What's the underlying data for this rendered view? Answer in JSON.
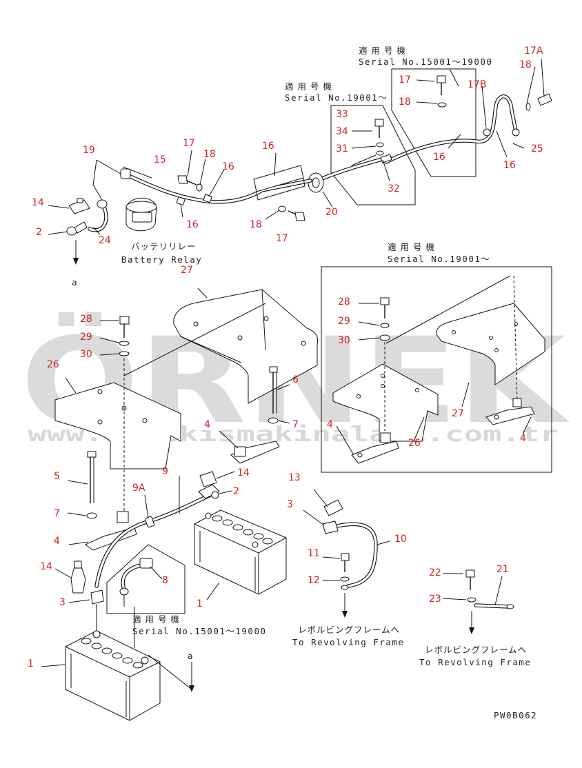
{
  "diagram_id": "PW0B062",
  "watermark": {
    "text": "ÖRNEK",
    "url": "www.ornekismakinalari.com.tr"
  },
  "serial_notes": {
    "top_right": {
      "jp": "適 用 号 機",
      "serial": "Serial No.15001〜19000"
    },
    "top_mid": {
      "jp": "適 用 号 機",
      "serial": "Serial No.19001〜"
    },
    "inset_right": {
      "jp": "適 用 号 機",
      "serial": "Serial No.19001〜"
    },
    "bottom_left": {
      "jp": "適 用 号 機",
      "serial": "Serial No.15001〜19000"
    }
  },
  "labels": {
    "battery_relay_jp": "バッテリリレー",
    "battery_relay_en": "Battery Relay",
    "revolving_jp_1": "レボルビングフレームへ",
    "revolving_en_1": "To Revolving Frame",
    "revolving_jp_2": "レボルビングフレームへ",
    "revolving_en_2": "To Revolving Frame",
    "arrow_ref_top": "a",
    "arrow_ref_bottom": "a"
  },
  "parts": {
    "p17A": "17A",
    "p18_tr": "18",
    "p17_tr": "17",
    "p18_tr2": "18",
    "p17B": "17B",
    "p16_tr1": "16",
    "p16_tr2": "16",
    "p25": "25",
    "p33": "33",
    "p34": "34",
    "p31": "31",
    "p32": "32",
    "p20": "20",
    "p19": "19",
    "p15": "15",
    "p17_top": "17",
    "p18_top": "18",
    "p16_a": "16",
    "p16_b": "16",
    "p16_c": "16",
    "p14_top": "14",
    "p2_top": "2",
    "p24": "24",
    "p18_mid": "18",
    "p17_mid": "17",
    "p27": "27",
    "p28": "28",
    "p29": "29",
    "p30": "30",
    "p26": "26",
    "p6": "6",
    "p7_mid": "7",
    "p4_mid": "4",
    "p28_in": "28",
    "p29_in": "29",
    "p30_in": "30",
    "p4_in1": "4",
    "p27_in": "27",
    "p26_in": "26",
    "p4_in2": "4",
    "p5": "5",
    "p9": "9",
    "p9A": "9A",
    "p14_mid": "14",
    "p2_mid": "2",
    "p7_low": "7",
    "p4_low": "4",
    "p13": "13",
    "p3_mid": "3",
    "p10": "10",
    "p11": "11",
    "p12": "12",
    "p14_low": "14",
    "p3_low": "3",
    "p8": "8",
    "p1_mid": "1",
    "p1_low": "1",
    "p22": "22",
    "p21": "21",
    "p23": "23"
  }
}
